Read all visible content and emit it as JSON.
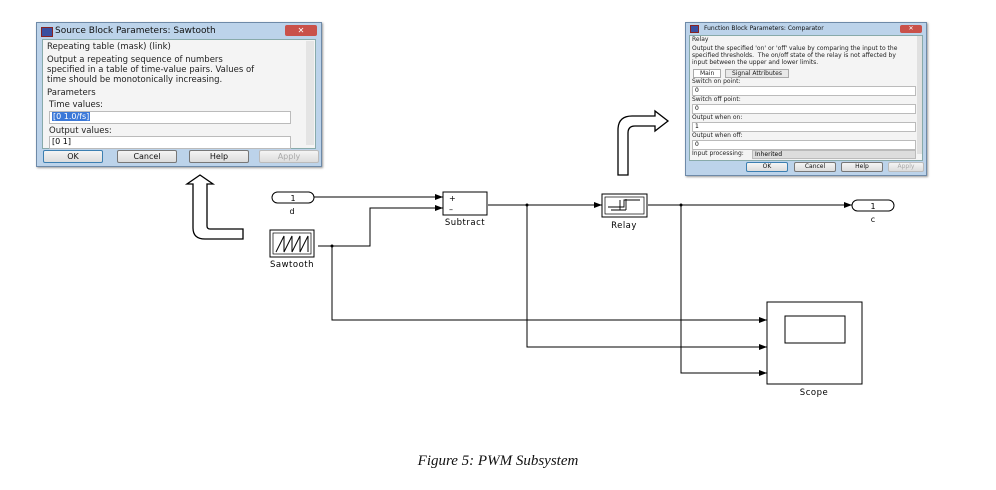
{
  "sawtooth_dialog": {
    "title": "Source Block Parameters: Sawtooth",
    "header": "Repeating table (mask) (link)",
    "description": "Output a repeating sequence of numbers\nspecified in a table of time-value pairs. Values of\ntime should be monotonically increasing.",
    "section": "Parameters",
    "time_label": "Time values:",
    "time_value": "[0 1.0/fs]",
    "output_label": "Output values:",
    "output_value": "[0 1]",
    "buttons": {
      "ok": "OK",
      "cancel": "Cancel",
      "help": "Help",
      "apply": "Apply"
    }
  },
  "relay_dialog": {
    "title": "Function Block Parameters: Comparator",
    "header": "Relay",
    "description": "Output the specified 'on' or 'off' value by comparing the input to the\nspecified thresholds.  The on/off state of the relay is not affected by\ninput between the upper and lower limits.",
    "tabs": [
      "Main",
      "Signal Attributes"
    ],
    "switch_on_label": "Switch on point:",
    "switch_on_value": "0",
    "switch_off_label": "Switch off point:",
    "switch_off_value": "0",
    "on_label": "Output when on:",
    "on_value": "1",
    "off_label": "Output when off:",
    "off_value": "0",
    "input_processing_label": "Input processing:",
    "input_processing_value": "Inherited",
    "buttons": {
      "ok": "OK",
      "cancel": "Cancel",
      "help": "Help",
      "apply": "Apply"
    }
  },
  "blocks": {
    "in_port": {
      "number": "1",
      "label": "d"
    },
    "sawtooth": {
      "label": "Sawtooth"
    },
    "subtract": {
      "label": "Subtract",
      "plus": "+",
      "minus": "–"
    },
    "relay": {
      "label": "Relay"
    },
    "out_port": {
      "number": "1",
      "label": "c"
    },
    "scope": {
      "label": "Scope"
    }
  },
  "caption": "Figure 5: PWM Subsystem"
}
